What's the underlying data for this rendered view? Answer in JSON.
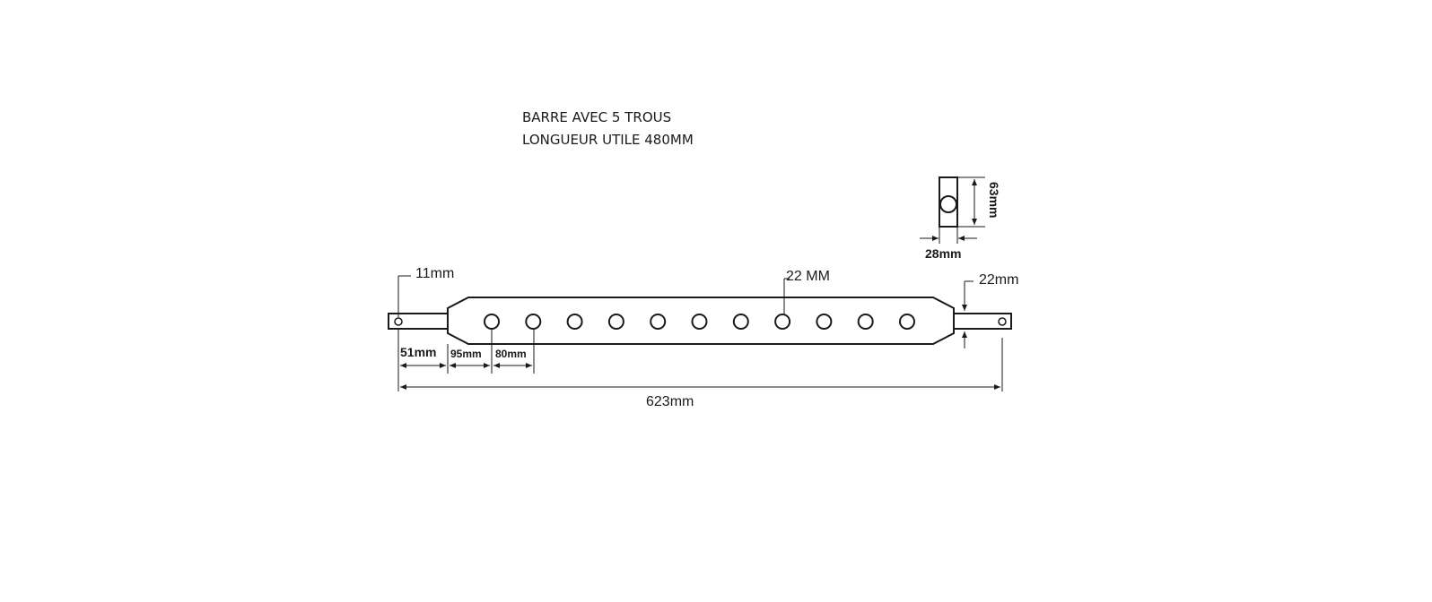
{
  "title": {
    "line1": "BARRE AVEC 5 TROUS",
    "line2": "LONGUEUR UTILE 480MM"
  },
  "dimensions": {
    "end_hole": "11mm",
    "center_hole": "22 MM",
    "right_pin": "22mm",
    "section_height": "63mm",
    "section_width": "28mm",
    "left_offset": "51mm",
    "first_hole_offset": "95mm",
    "hole_pitch": "80mm",
    "total_length": "623mm"
  },
  "bar": {
    "hole_count": 11
  }
}
